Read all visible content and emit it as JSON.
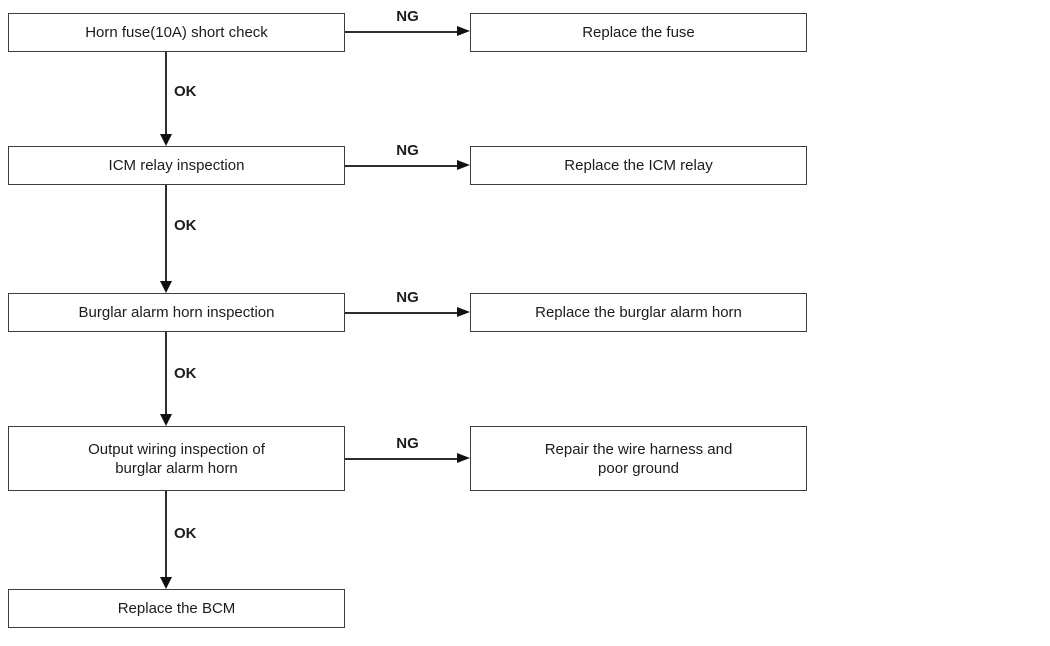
{
  "flowchart": {
    "type": "troubleshooting-flowchart",
    "connector_labels": {
      "ok": "OK",
      "ng": "NG"
    },
    "steps": [
      {
        "check_lines": [
          "Horn fuse(10A) short check"
        ],
        "ng_action_lines": [
          "Replace the fuse"
        ]
      },
      {
        "check_lines": [
          "ICM relay inspection"
        ],
        "ng_action_lines": [
          "Replace the ICM relay"
        ]
      },
      {
        "check_lines": [
          "Burglar alarm horn inspection"
        ],
        "ng_action_lines": [
          "Replace the burglar alarm horn"
        ]
      },
      {
        "check_lines": [
          "Output wiring inspection of",
          "burglar alarm horn"
        ],
        "ng_action_lines": [
          "Repair the wire harness and",
          "poor ground"
        ]
      },
      {
        "check_lines": [
          "Replace the BCM"
        ]
      }
    ],
    "colors": {
      "background": "#ffffff",
      "box_border": "#3d3d3d",
      "line": "#2e2e2e",
      "text": "#1c1c1c"
    }
  }
}
